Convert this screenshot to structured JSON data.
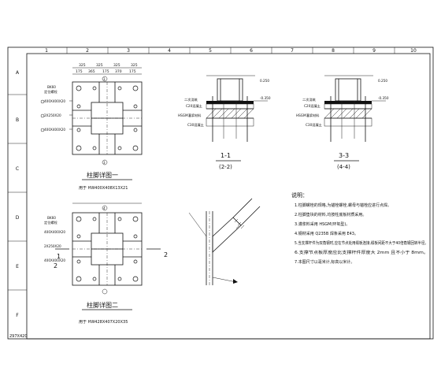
{
  "frame": {
    "col_numbers": [
      "1",
      "2",
      "3",
      "4",
      "5",
      "6",
      "7",
      "8",
      "9",
      "10"
    ],
    "row_letters": [
      "A",
      "B",
      "C",
      "D",
      "E",
      "F"
    ],
    "sheet_code": "297X420"
  },
  "detail1": {
    "title": "柱脚详图一",
    "subtitle": "用于 HW400X408X13X21",
    "dims_top": [
      "325",
      "325",
      "325",
      "325"
    ],
    "dims_top2": [
      "175",
      "365",
      "175",
      "370",
      "175"
    ],
    "labels_left": [
      "BK60",
      "定位螺栓",
      "400X400X20",
      "2X250X20",
      "400X400X20"
    ],
    "section_marks": [
      "3",
      "3"
    ]
  },
  "detail2": {
    "title": "柱脚详图二",
    "subtitle": "用于 HW428X407X20X35",
    "labels_left": [
      "BK60",
      "定位螺栓",
      "400X400X20",
      "2X250X20",
      "400X400X20"
    ],
    "section_marks": [
      "1",
      "2",
      "2",
      "4"
    ]
  },
  "section11": {
    "label": "1-1",
    "label2": "(2-2)",
    "callouts": [
      "二次浇筑",
      "C20混凝土",
      "HSGM灌浆材料",
      "C30混凝土"
    ],
    "elev": [
      "-0.350",
      "0.250"
    ]
  },
  "section33": {
    "label": "3-3",
    "label2": "(4-4)",
    "callouts": [
      "二次浇筑",
      "C20混凝土",
      "HSGM灌浆材料",
      "C30混凝土"
    ],
    "elev": [
      "-0.350",
      "0.250"
    ]
  },
  "notes": {
    "heading": "说明：",
    "items": [
      "1.柱脚螺栓的规格,为锚栓螺栓,螺母与锚栓应进行点焊。",
      "2.柱脚垫块的材料,均按柱底板材质采用。",
      "3.灌浆料采用 HSGM(环氧型)。",
      "4.钢材采用 Q235B 焊条采用 E43。",
      "5.当支撑杆件为双角钢时,应在节点处用缀板连接,缀板间距不大于40倍角钢回转半径。",
      "6.支撑节点板厚度应比支撑杆件厚度大 2mm 且不小于 8mm。",
      "7.本图尺寸以毫米计,标高以米计。"
    ]
  }
}
